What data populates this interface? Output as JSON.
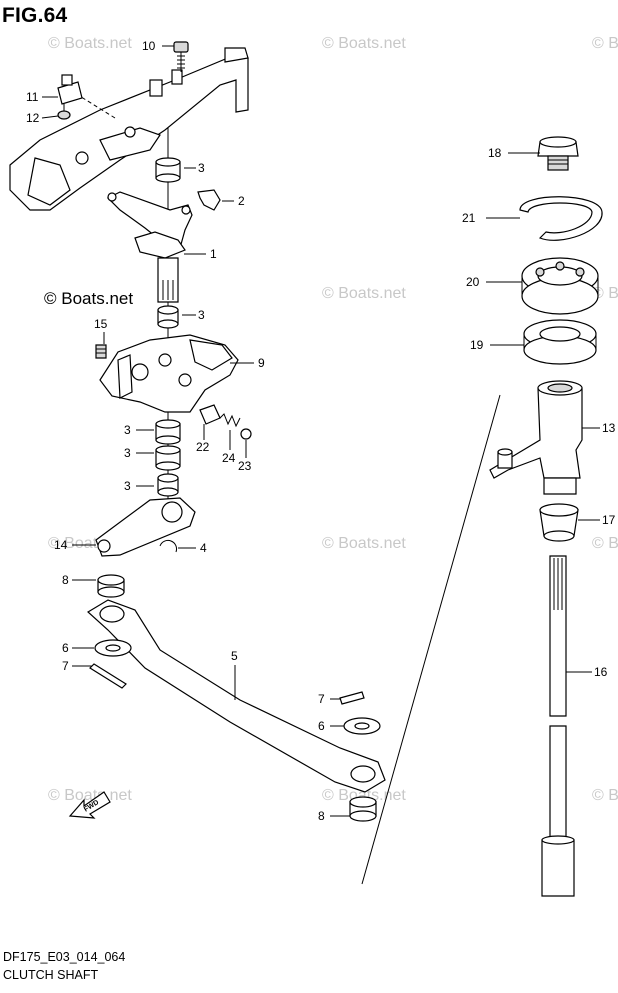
{
  "figure": {
    "title": "FIG.64",
    "model_code": "DF175_E03_014_064",
    "name": "CLUTCH SHAFT"
  },
  "watermark": {
    "text": "© Boats.net",
    "prominent_text": "© Boats.net"
  },
  "fwd_label": "FWD",
  "callouts": {
    "c1": "1",
    "c2": "2",
    "c3a": "3",
    "c3b": "3",
    "c3c": "3",
    "c3d": "3",
    "c3e": "3",
    "c4": "4",
    "c5": "5",
    "c6a": "6",
    "c6b": "6",
    "c7a": "7",
    "c7b": "7",
    "c8a": "8",
    "c8b": "8",
    "c9": "9",
    "c10": "10",
    "c11": "11",
    "c12": "12",
    "c13": "13",
    "c14": "14",
    "c15": "15",
    "c16": "16",
    "c17": "17",
    "c18": "18",
    "c19": "19",
    "c20": "20",
    "c21": "21",
    "c22": "22",
    "c23": "23",
    "c24": "24"
  }
}
